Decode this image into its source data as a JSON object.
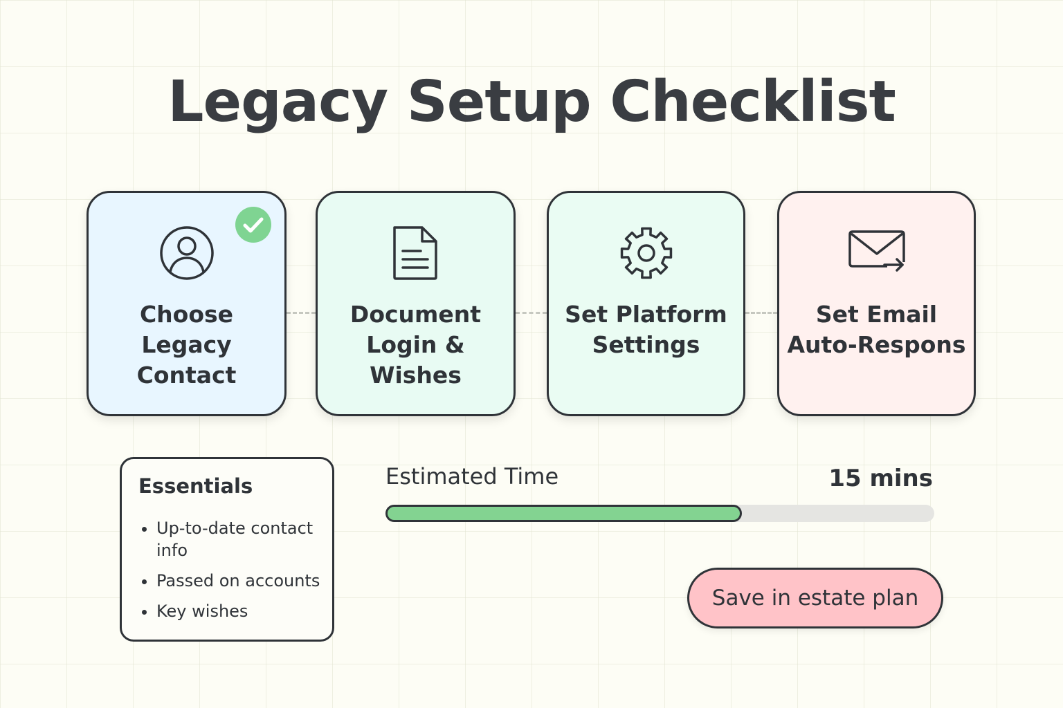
{
  "title": "Legacy Setup Checklist",
  "steps": [
    {
      "label": "Choose Legacy Contact",
      "icon": "user-icon",
      "completed": true,
      "bg": "#e8f6ff"
    },
    {
      "label": "Document Login & Wishes",
      "icon": "document-icon",
      "completed": false,
      "bg": "#e8fbf3"
    },
    {
      "label": "Set Platform Settings",
      "icon": "gear-icon",
      "completed": false,
      "bg": "#eafcf3"
    },
    {
      "label": "Set Email Auto-Respons",
      "icon": "email-forward-icon",
      "completed": false,
      "bg": "#fff1ef"
    }
  ],
  "essentials": {
    "heading": "Essentials",
    "items": [
      "Up-to-date contact info",
      "Passed on accounts",
      "Key wishes"
    ]
  },
  "estimate": {
    "label": "Estimated Time",
    "value": "15 mins",
    "progress_percent": 65
  },
  "save_button": {
    "label": "Save in estate plan"
  },
  "colors": {
    "accent_green": "#7fd492",
    "button_pink": "#ffc3c8",
    "outline": "#2f3338"
  }
}
